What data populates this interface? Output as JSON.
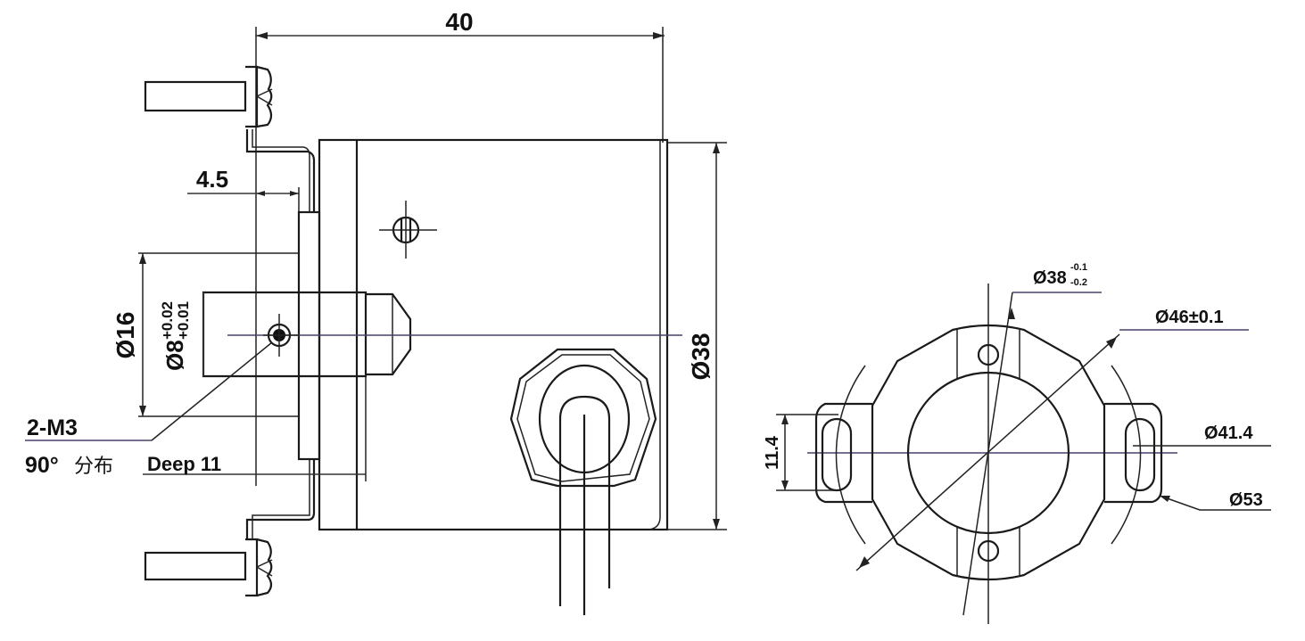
{
  "drawing": {
    "type": "encoder mechanical dimension drawing",
    "side_view": {
      "labels": {
        "overall_length": "40",
        "flange_offset": "4.5",
        "shaft_boss_dia": "Ø16",
        "shaft_dia": "Ø8",
        "shaft_tol_upper": "+0.02",
        "shaft_tol_lower": "+0.01",
        "body_dia": "Ø38",
        "screw_thread": "2-M3",
        "screw_distribution": "90°",
        "screw_distribution_cn": "分布",
        "screw_depth": "Deep 11"
      }
    },
    "front_view": {
      "labels": {
        "spigot_dia": "Ø38",
        "spigot_tol_upper": "-0.1",
        "spigot_tol_lower": "-0.2",
        "pcd": "Ø46±0.1",
        "slot_inner_dia": "Ø41.4",
        "outer_dia": "Ø53",
        "slot_width": "11.4"
      }
    }
  },
  "colors": {
    "line": "#1a1a1a",
    "centerline": "#4a3f6b",
    "background": "#ffffff"
  }
}
